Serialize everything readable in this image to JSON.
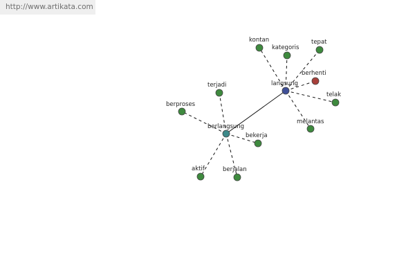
{
  "watermark": "http://www.artikata.com",
  "colors": {
    "hub_primary": "#3f4f97",
    "hub_secondary": "#3d8a8a",
    "leaf": "#3e8a3e",
    "highlight": "#a8403a",
    "node_stroke": "#444444"
  },
  "nodes": [
    {
      "id": "langsung",
      "label": "langsung",
      "kind": "hub_primary"
    },
    {
      "id": "berlangsung",
      "label": "berlangsung",
      "kind": "hub_secondary"
    },
    {
      "id": "kontan",
      "label": "kontan",
      "kind": "leaf"
    },
    {
      "id": "kategoris",
      "label": "kategoris",
      "kind": "leaf"
    },
    {
      "id": "tepat",
      "label": "tepat",
      "kind": "leaf"
    },
    {
      "id": "berhenti",
      "label": "berhenti",
      "kind": "highlight"
    },
    {
      "id": "telak",
      "label": "telak",
      "kind": "leaf"
    },
    {
      "id": "melantas",
      "label": "melantas",
      "kind": "leaf"
    },
    {
      "id": "terjadi",
      "label": "terjadi",
      "kind": "leaf"
    },
    {
      "id": "berproses",
      "label": "berproses",
      "kind": "leaf"
    },
    {
      "id": "bekerja",
      "label": "bekerja",
      "kind": "leaf"
    },
    {
      "id": "aktif",
      "label": "aktif",
      "kind": "leaf"
    },
    {
      "id": "berjalan",
      "label": "berjalan",
      "kind": "leaf"
    }
  ],
  "edges": [
    {
      "from": "langsung",
      "to": "berlangsung",
      "style": "solid"
    },
    {
      "from": "langsung",
      "to": "kontan",
      "style": "dashed"
    },
    {
      "from": "langsung",
      "to": "kategoris",
      "style": "dashed"
    },
    {
      "from": "langsung",
      "to": "tepat",
      "style": "dashed"
    },
    {
      "from": "langsung",
      "to": "berhenti",
      "style": "dashed"
    },
    {
      "from": "langsung",
      "to": "telak",
      "style": "dashed"
    },
    {
      "from": "langsung",
      "to": "melantas",
      "style": "dashed"
    },
    {
      "from": "berlangsung",
      "to": "terjadi",
      "style": "dashed"
    },
    {
      "from": "berlangsung",
      "to": "berproses",
      "style": "dashed"
    },
    {
      "from": "berlangsung",
      "to": "bekerja",
      "style": "dashed"
    },
    {
      "from": "berlangsung",
      "to": "aktif",
      "style": "dashed"
    },
    {
      "from": "berlangsung",
      "to": "berjalan",
      "style": "dashed"
    }
  ]
}
